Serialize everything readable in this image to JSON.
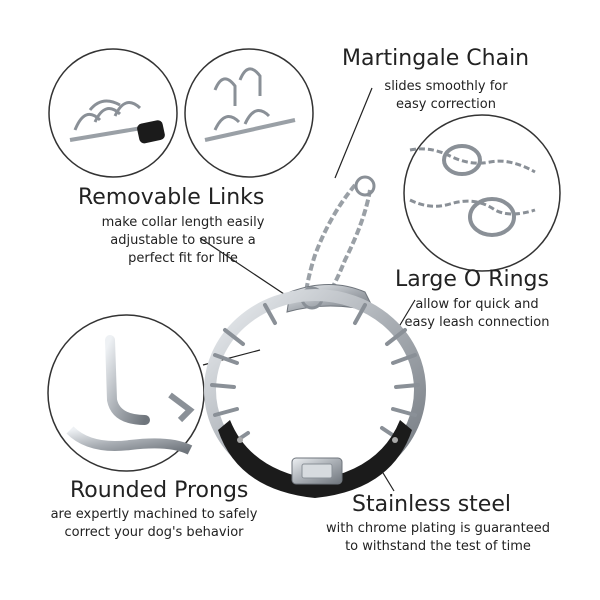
{
  "features": {
    "martingale": {
      "title": "Martingale Chain",
      "lines": [
        "slides smoothly for",
        "easy correction"
      ]
    },
    "links": {
      "title": "Removable Links",
      "lines": [
        "make collar length easily",
        "adjustable to ensure a",
        "perfect fit for life"
      ]
    },
    "rings": {
      "title": "Large O Rings",
      "lines": [
        "allow for quick and",
        "easy leash connection"
      ]
    },
    "prongs": {
      "title": "Rounded Prongs",
      "lines": [
        "are expertly machined to safely",
        "correct your dog's behavior"
      ]
    },
    "steel": {
      "title": "Stainless steel",
      "lines": [
        "with chrome plating is guaranteed",
        "to withstand the test of time"
      ]
    }
  },
  "colors": {
    "metal": "#b9bec4",
    "metal_dark": "#6f757c",
    "leather": "#1b1b1b",
    "text": "#222222"
  }
}
